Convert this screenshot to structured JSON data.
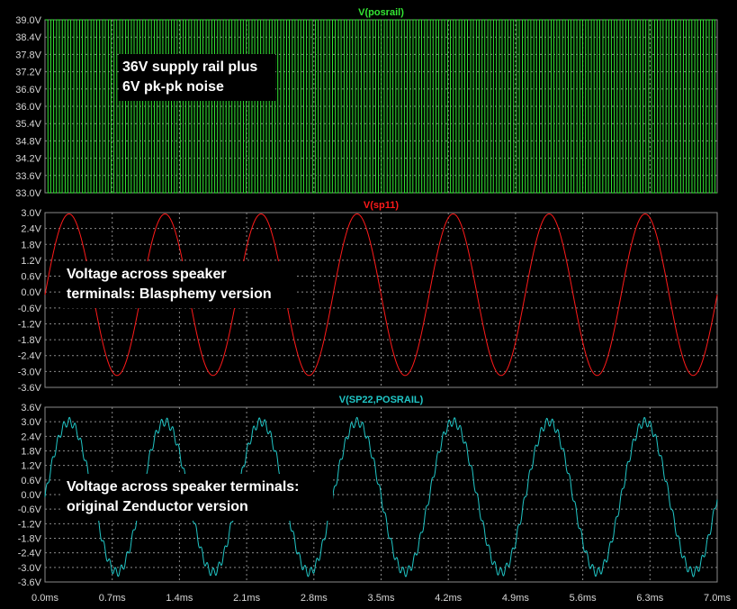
{
  "chart_data": [
    {
      "type": "line",
      "title": "V(posrail)",
      "color": "#33e633",
      "xlim": [
        0.0,
        7.0
      ],
      "ylim": [
        33.0,
        39.0
      ],
      "y_ticks": [
        "39.0V",
        "38.4V",
        "37.8V",
        "37.2V",
        "36.6V",
        "36.0V",
        "35.4V",
        "34.8V",
        "34.2V",
        "33.6V",
        "33.0V"
      ],
      "y_tick_values": [
        39.0,
        38.4,
        37.8,
        37.2,
        36.6,
        36.0,
        35.4,
        34.8,
        34.2,
        33.6,
        33.0
      ],
      "waveform": {
        "kind": "square",
        "center": 36.0,
        "amplitude": 3.0,
        "frequency_per_ms": 16.7
      },
      "annotation": [
        "36V supply rail plus",
        "6V pk-pk noise"
      ]
    },
    {
      "type": "line",
      "title": "V(sp11)",
      "color": "#ff1a1a",
      "xlim": [
        0.0,
        7.0
      ],
      "ylim": [
        -3.6,
        3.0
      ],
      "y_ticks": [
        "3.0V",
        "2.4V",
        "1.8V",
        "1.2V",
        "0.6V",
        "0.0V",
        "-0.6V",
        "-1.2V",
        "-1.8V",
        "-2.4V",
        "-3.0V",
        "-3.6V"
      ],
      "y_tick_values": [
        3.0,
        2.4,
        1.8,
        1.2,
        0.6,
        0.0,
        -0.6,
        -1.2,
        -1.8,
        -2.4,
        -3.0,
        -3.6
      ],
      "waveform": {
        "kind": "sine",
        "offset": -0.1,
        "amplitude": 3.05,
        "frequency_per_ms": 1.0
      },
      "annotation": [
        "Voltage across speaker",
        "terminals: Blasphemy version"
      ]
    },
    {
      "type": "line",
      "title": "V(SP22,POSRAIL)",
      "color": "#20c6c6",
      "xlim": [
        0.0,
        7.0
      ],
      "ylim": [
        -3.6,
        3.6
      ],
      "y_ticks": [
        "3.6V",
        "3.0V",
        "2.4V",
        "1.8V",
        "1.2V",
        "0.6V",
        "0.0V",
        "-0.6V",
        "-1.2V",
        "-1.8V",
        "-2.4V",
        "-3.0V",
        "-3.6V"
      ],
      "y_tick_values": [
        3.6,
        3.0,
        2.4,
        1.8,
        1.2,
        0.6,
        0.0,
        -0.6,
        -1.2,
        -1.8,
        -2.4,
        -3.0,
        -3.6
      ],
      "waveform": {
        "kind": "sine_with_ripple",
        "offset": -0.1,
        "amplitude": 3.1,
        "frequency_per_ms": 1.0,
        "ripple_amplitude": 0.18,
        "ripple_frequency_per_ms": 16.7
      },
      "annotation": [
        "Voltage across speaker terminals:",
        "original Zenductor version"
      ]
    }
  ],
  "x_axis": {
    "ticks": [
      "0.0ms",
      "0.7ms",
      "1.4ms",
      "2.1ms",
      "2.8ms",
      "3.5ms",
      "4.2ms",
      "4.9ms",
      "5.6ms",
      "6.3ms",
      "7.0ms"
    ],
    "tick_values": [
      0.0,
      0.7,
      1.4,
      2.1,
      2.8,
      3.5,
      4.2,
      4.9,
      5.6,
      6.3,
      7.0
    ]
  },
  "colors": {
    "grid": "#8a8a8a",
    "background": "#000000",
    "tick_text": "#d6d6d6"
  }
}
